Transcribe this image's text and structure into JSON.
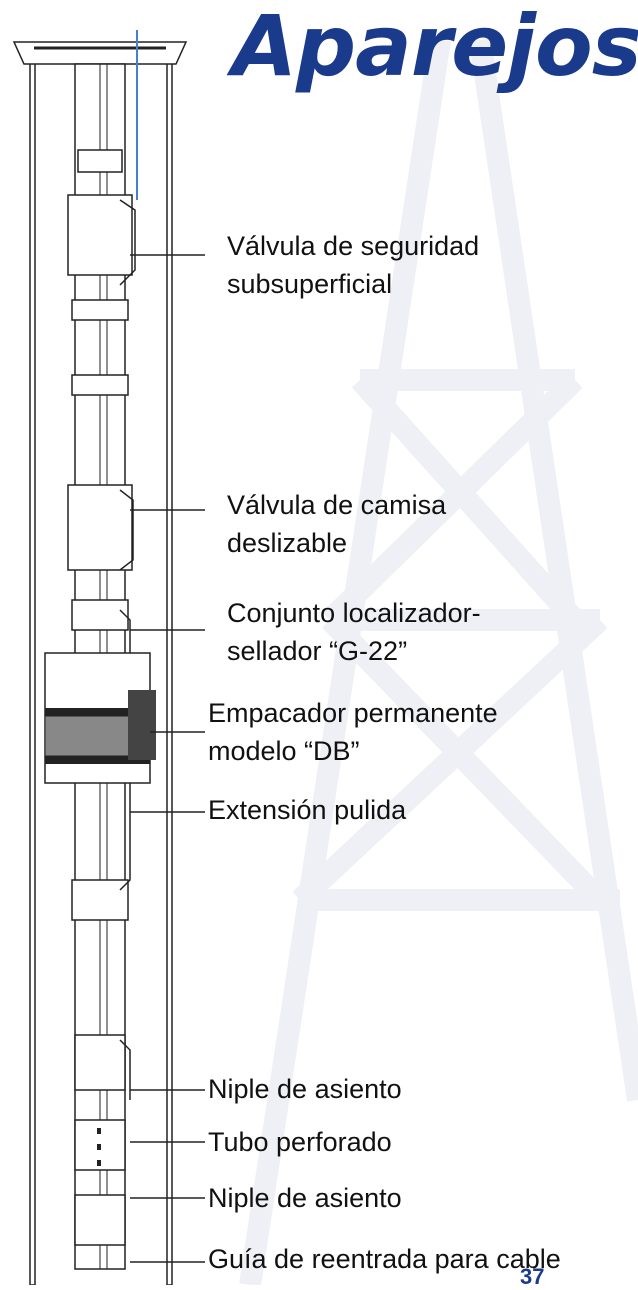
{
  "title": "Aparejos",
  "labels": [
    {
      "id": "valvula-seguridad",
      "lines": [
        "Válvula de seguridad",
        "subsuperficial"
      ]
    },
    {
      "id": "valvula-camisa",
      "lines": [
        "Válvula de camisa",
        "deslizable"
      ]
    },
    {
      "id": "conjunto-localizador",
      "lines": [
        "Conjunto localizador-",
        "sellador “G-22”"
      ]
    },
    {
      "id": "empacador",
      "lines": [
        "Empacador permanente",
        "modelo “DB”"
      ]
    },
    {
      "id": "extension",
      "lines": [
        "Extensión pulida"
      ]
    },
    {
      "id": "niple-1",
      "lines": [
        "Niple de asiento"
      ]
    },
    {
      "id": "tubo-perforado",
      "lines": [
        "Tubo perforado"
      ]
    },
    {
      "id": "niple-2",
      "lines": [
        "Niple de asiento"
      ]
    },
    {
      "id": "guia",
      "lines": [
        "Guía de reentrada para cable"
      ]
    }
  ],
  "page_number": "37",
  "colors": {
    "title": "#1a3a8c",
    "watermark": "#eef0f6",
    "tool_outline": "#222222",
    "wireline": "#4a7fd0"
  }
}
